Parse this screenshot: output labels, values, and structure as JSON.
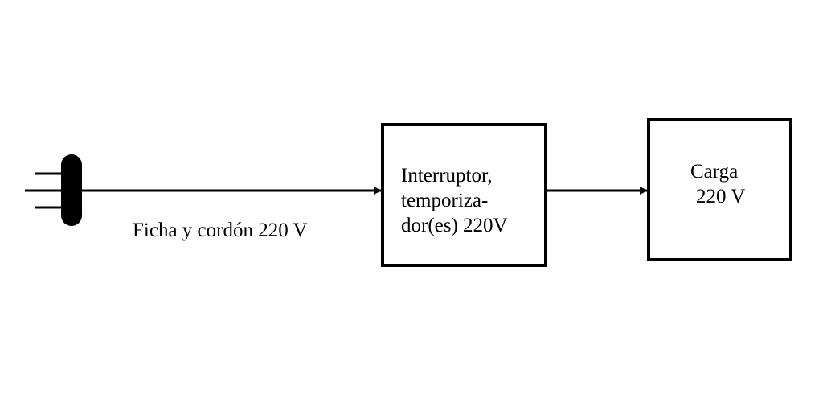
{
  "plug": {
    "label": "Ficha y cordón 220 V"
  },
  "switch_block": {
    "lines": [
      "Interruptor,",
      "temporiza-",
      "dor(es) 220V"
    ]
  },
  "load_block": {
    "lines": [
      "Carga",
      "220 V"
    ]
  },
  "colors": {
    "stroke": "#000000",
    "background": "#ffffff"
  }
}
